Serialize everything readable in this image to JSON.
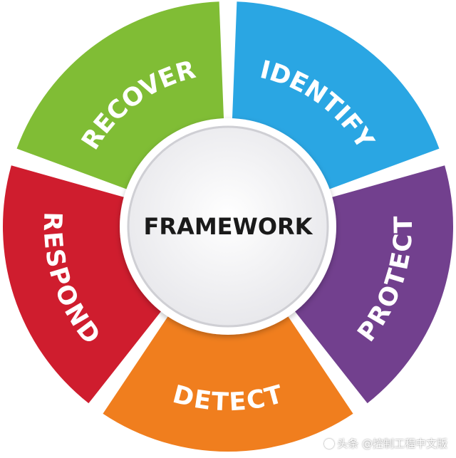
{
  "diagram": {
    "center": {
      "label": "FRAMEWORK",
      "fill": "#f2f2f4",
      "stroke": "#c9c9cd"
    },
    "segments": [
      {
        "id": "identify",
        "label": "IDENTIFY",
        "color": "#2aa6e3"
      },
      {
        "id": "protect",
        "label": "PROTECT",
        "color": "#72408e"
      },
      {
        "id": "detect",
        "label": "DETECT",
        "color": "#f07e1e"
      },
      {
        "id": "respond",
        "label": "RESPOND",
        "color": "#cf1d2e"
      },
      {
        "id": "recover",
        "label": "RECOVER",
        "color": "#80bd35"
      }
    ]
  },
  "watermark": {
    "text": "头条 @控制工程中文版"
  }
}
